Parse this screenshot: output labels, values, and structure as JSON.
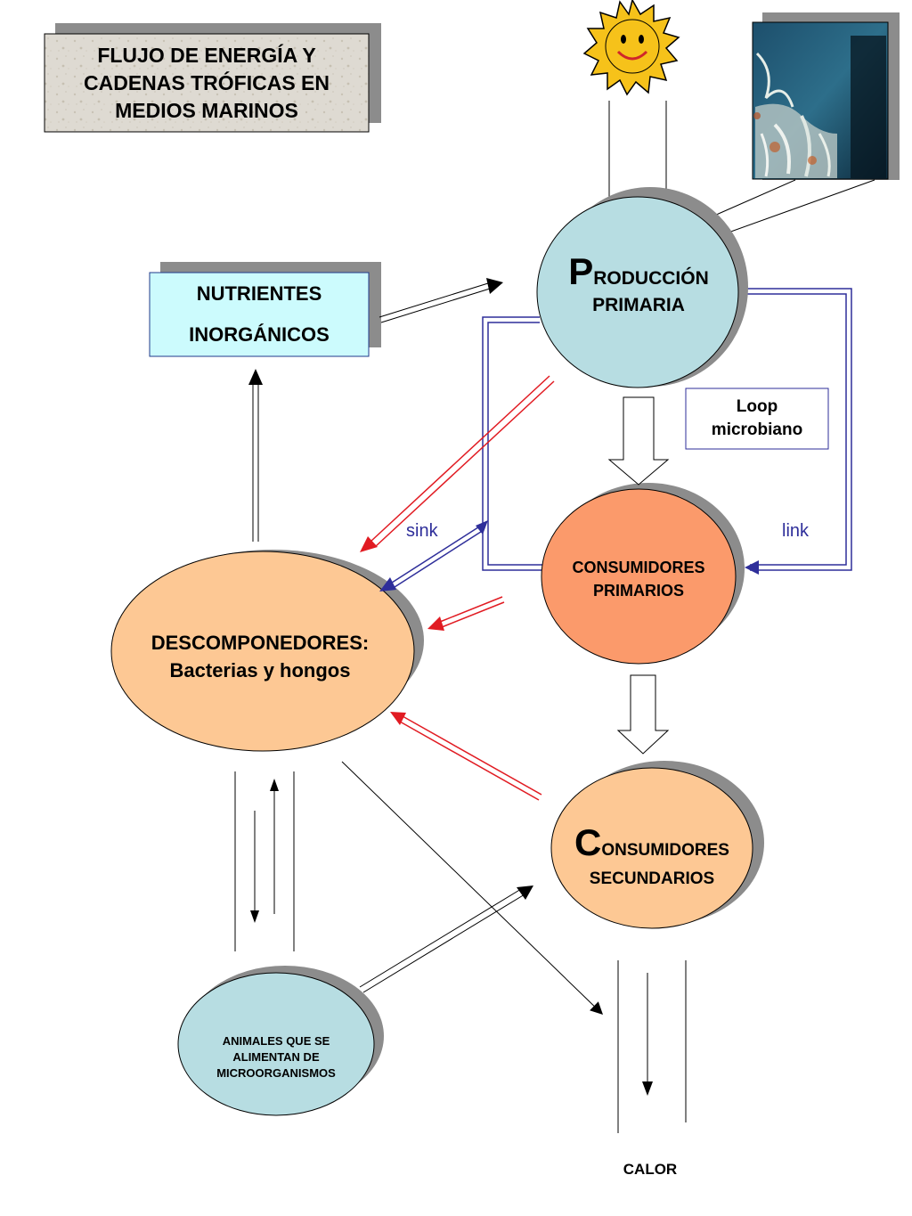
{
  "title": {
    "line1": "FLUJO DE ENERGÍA Y",
    "line2": "CADENAS TRÓFICAS EN",
    "line3": "MEDIOS MARINOS"
  },
  "nodes": {
    "produccion_primaria": {
      "initial": "P",
      "rest": "RODUCCIÓN",
      "line2": "PRIMARIA",
      "fill": "#b7dde2"
    },
    "consumidores_primarios": {
      "line1": "CONSUMIDORES",
      "line2": "PRIMARIOS",
      "fill": "#fb9a6b"
    },
    "consumidores_secundarios": {
      "initial": "C",
      "rest": "ONSUMIDORES",
      "line2": "SECUNDARIOS",
      "fill": "#fdc894"
    },
    "descomponedores": {
      "line1": "DESCOMPONEDORES:",
      "line2": "Bacterias y hongos",
      "fill": "#fdc894"
    },
    "animales": {
      "line1": "ANIMALES QUE SE",
      "line2": "ALIMENTAN DE",
      "line3": "MICROORGANISMOS",
      "fill": "#b7dde2"
    }
  },
  "boxes": {
    "nutrientes": {
      "line1": "NUTRIENTES",
      "line2": "INORGÁNICOS",
      "fill": "#ccfbfd"
    },
    "loop": {
      "line1": "Loop",
      "line2": "microbiano"
    }
  },
  "labels": {
    "sink": "sink",
    "link": "link",
    "calor": "CALOR"
  },
  "colors": {
    "red_arrow": "#e11b22",
    "blue_arrow": "#2e2e9a",
    "shadow": "#8c8c8c",
    "sun_fill": "#f6c21a",
    "title_fill": "#dedad2"
  },
  "icons": {
    "sun": "smiling-sun-icon",
    "photo": "hydrothermal-vent-photo"
  }
}
